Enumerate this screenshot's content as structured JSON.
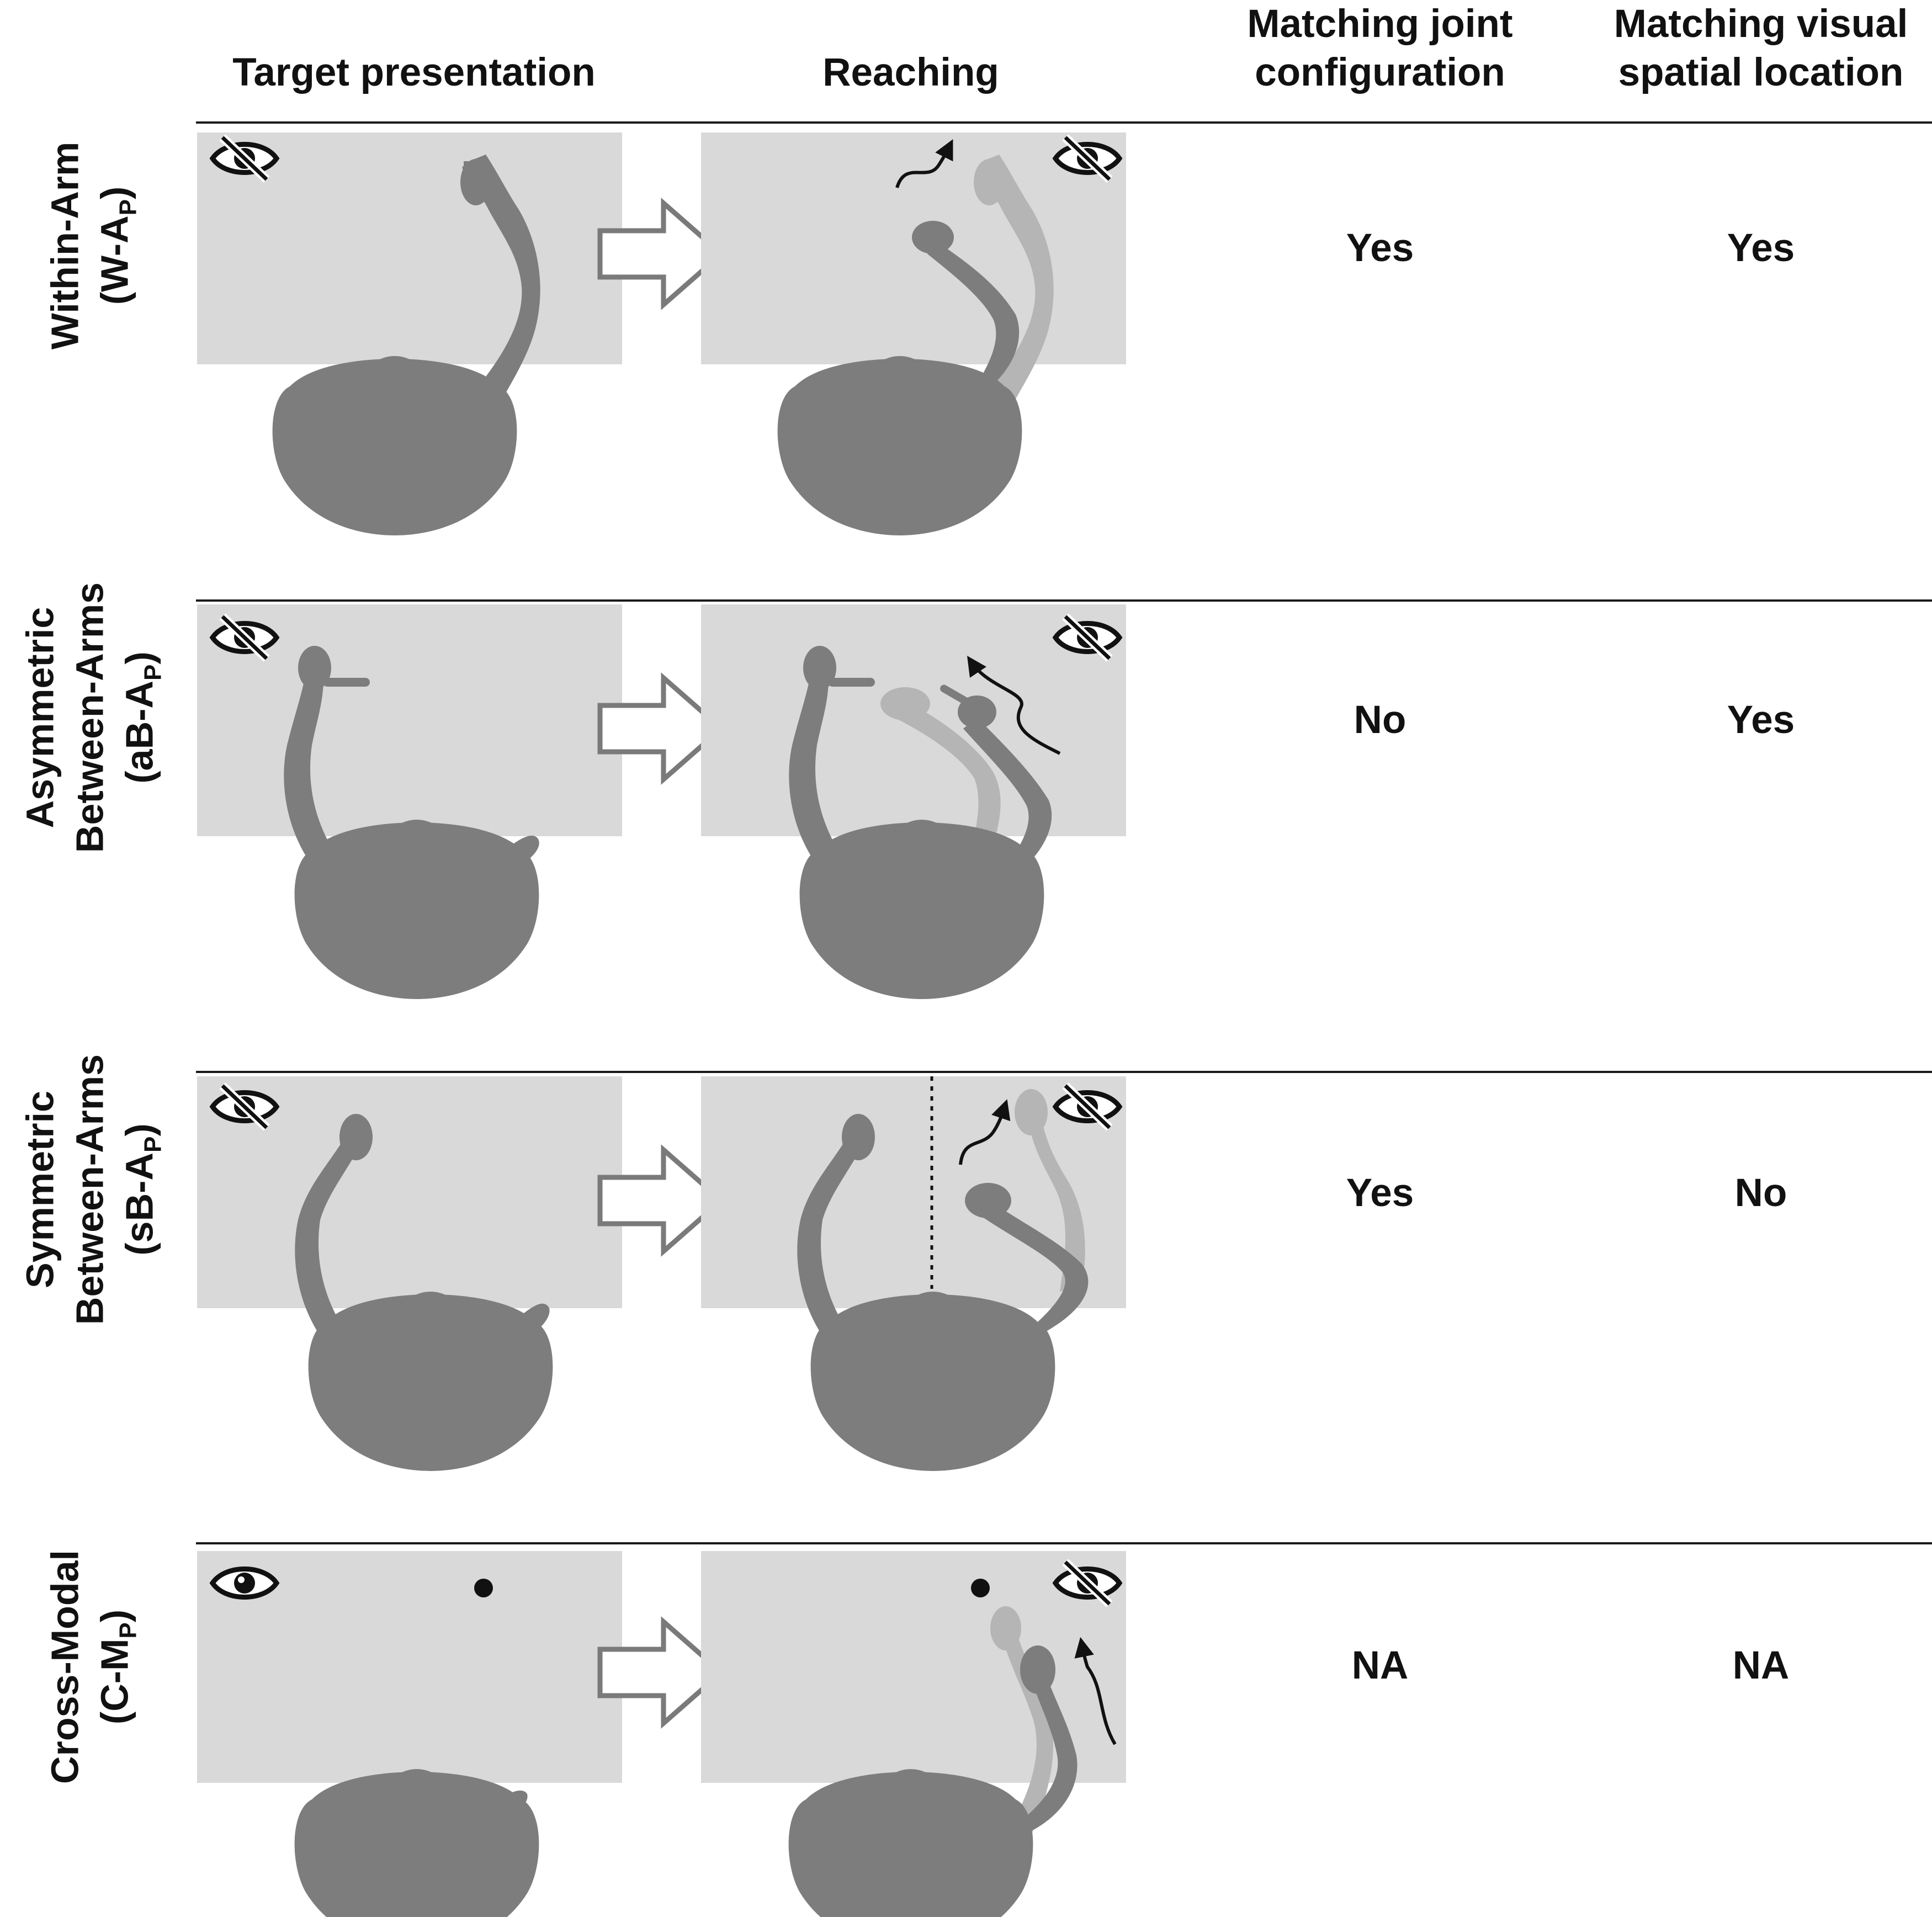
{
  "header": {
    "target_presentation": "Target presentation",
    "reaching": "Reaching",
    "joint_line1": "Matching joint",
    "joint_line2": "configuration",
    "visual_line1": "Matching visual",
    "visual_line2": "spatial location"
  },
  "rows": [
    {
      "line1": "Within-Arm",
      "line2_pre": "(W-A",
      "line2_sub": "P",
      "line2_post": ")",
      "joint": "Yes",
      "visual": "Yes"
    },
    {
      "line1": "Asymmetric",
      "line2": "Between-Arms",
      "line3_pre": "(aB-A",
      "line3_sub": "P",
      "line3_post": ")",
      "joint": "No",
      "visual": "Yes"
    },
    {
      "line1": "Symmetric",
      "line2": "Between-Arms",
      "line3_pre": "(sB-A",
      "line3_sub": "P",
      "line3_post": ")",
      "joint": "Yes",
      "visual": "No"
    },
    {
      "line1": "Cross-Modal",
      "line2_pre": "(C-M",
      "line2_sub": "P",
      "line2_post": ")",
      "joint": "NA",
      "visual": "NA"
    }
  ],
  "colors": {
    "panel": "#d9d9d9",
    "body": "#7d7d7d",
    "ghost": "#b5b5b5",
    "arrow_outline": "#7a7a7a",
    "rule": "#1a1a1a"
  },
  "icons": [
    "eye-slash-icon",
    "eye-icon",
    "hollow-arrow-icon",
    "motion-arrow-icon",
    "target-dot-icon"
  ]
}
